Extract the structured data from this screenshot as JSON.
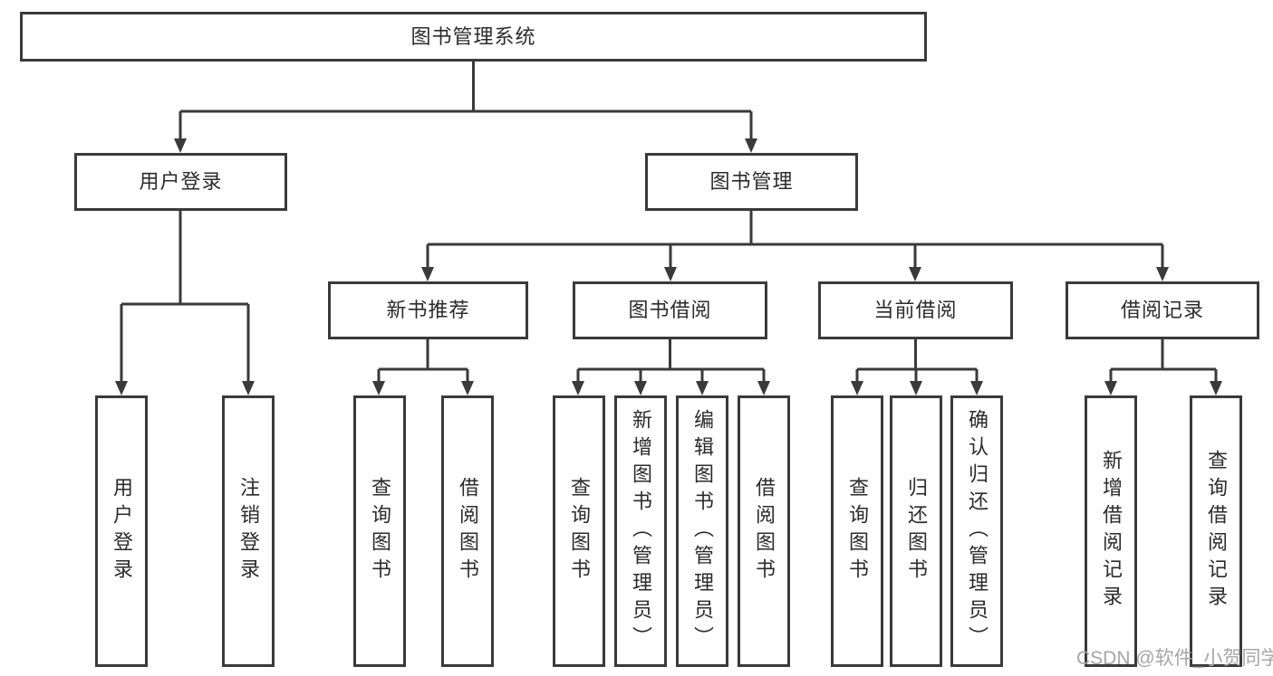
{
  "colors": {
    "line": "#3a3a3a",
    "box_border": "#3a3a3a",
    "text": "#2b2b2b",
    "background": "#ffffff",
    "watermark": "#a6a6a6"
  },
  "tree": {
    "root": "图书管理系统",
    "branches": [
      {
        "label": "用户登录",
        "children": [
          {
            "label": "用户登录"
          },
          {
            "label": "注销登录"
          }
        ]
      },
      {
        "label": "图书管理",
        "children": [
          {
            "label": "新书推荐",
            "children": [
              {
                "label": "查询图书"
              },
              {
                "label": "借阅图书"
              }
            ]
          },
          {
            "label": "图书借阅",
            "children": [
              {
                "label": "查询图书"
              },
              {
                "label": "新增图书（管理员）"
              },
              {
                "label": "编辑图书（管理员）"
              },
              {
                "label": "借阅图书"
              }
            ]
          },
          {
            "label": "当前借阅",
            "children": [
              {
                "label": "查询图书"
              },
              {
                "label": "归还图书"
              },
              {
                "label": "确认归还（管理员）"
              }
            ]
          },
          {
            "label": "借阅记录",
            "children": [
              {
                "label": "新增借阅记录"
              },
              {
                "label": "查询借阅记录"
              }
            ]
          }
        ]
      }
    ]
  },
  "watermark": {
    "text": "CSDN @软件_小贺同学"
  }
}
